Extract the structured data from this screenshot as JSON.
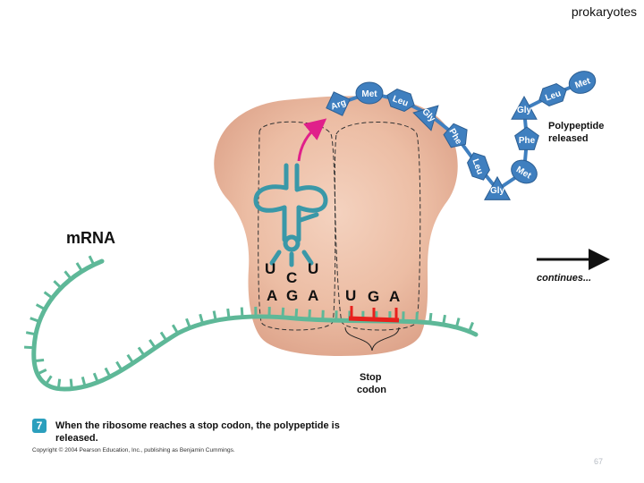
{
  "header": {
    "corner_label": "prokaryotes"
  },
  "labels": {
    "mrna": "mRNA",
    "continues": "continues...",
    "polypeptide_released_line1": "Polypeptide",
    "polypeptide_released_line2": "released",
    "stop_codon_line1": "Stop",
    "stop_codon_line2": "codon"
  },
  "anticodon": [
    "U",
    "C",
    "U"
  ],
  "mrna_codon": [
    "A",
    "G",
    "A"
  ],
  "stop_codon": [
    "U",
    "G",
    "A"
  ],
  "polypeptide_chain_a": [
    "Arg",
    "Met",
    "Leu",
    "Gly",
    "Phe",
    "Leu",
    "Gly"
  ],
  "polypeptide_chain_b": [
    "Met",
    "Leu",
    "Gly",
    "Phe",
    "Met",
    "Gly"
  ],
  "caption": {
    "step_number": "7",
    "text": "When the ribosome reaches a stop codon, the polypeptide is released."
  },
  "footer": {
    "copyright": "Copyright © 2004 Pearson Education, Inc., publishing as Benjamin Cummings.",
    "page_number": "67"
  },
  "colors": {
    "mrna": "#5eb898",
    "trna": "#3a98a8",
    "ribosome": "#eec3aa",
    "stop_codon": "#e8201c",
    "amino_acid": "#3f7fbf",
    "arrow_magenta": "#e0208a"
  }
}
